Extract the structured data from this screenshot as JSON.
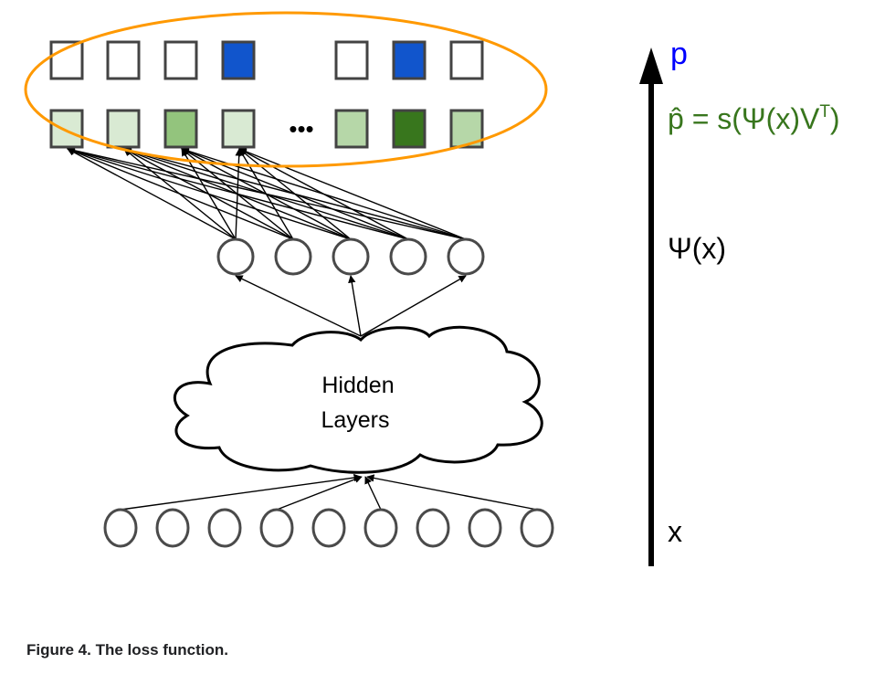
{
  "figure": {
    "caption": "Figure 4. The loss function.",
    "labels_axis": {
      "top": "p",
      "prediction": "p̂ = s(Ψ(x)V",
      "prediction_sup": "T",
      "prediction_close": ")",
      "embedding": "Ψ(x)",
      "input": "x"
    },
    "cloud_label_line1": "Hidden",
    "cloud_label_line2": "Layers",
    "ellipsis": "•••",
    "colors": {
      "target_blue": "#1155cc",
      "label_blue": "#0000ff",
      "formula_green": "#38761d",
      "highlight_orange": "#ff9900",
      "box_border": "#434343"
    },
    "label_row": [
      {
        "state": "empty",
        "fill": "#ffffff"
      },
      {
        "state": "empty",
        "fill": "#ffffff"
      },
      {
        "state": "empty",
        "fill": "#ffffff"
      },
      {
        "state": "positive",
        "fill": "#1155cc"
      },
      {
        "state": "empty",
        "fill": "#ffffff"
      },
      {
        "state": "positive",
        "fill": "#1155cc"
      },
      {
        "state": "empty",
        "fill": "#ffffff"
      }
    ],
    "prediction_row": [
      {
        "fill": "#d9ead3"
      },
      {
        "fill": "#d9ead3"
      },
      {
        "fill": "#93c47d"
      },
      {
        "fill": "#d9ead3"
      },
      {
        "fill": "#b6d7a8"
      },
      {
        "fill": "#38761d"
      },
      {
        "fill": "#b6d7a8"
      }
    ],
    "embedding_units": 5,
    "input_units": 9
  }
}
